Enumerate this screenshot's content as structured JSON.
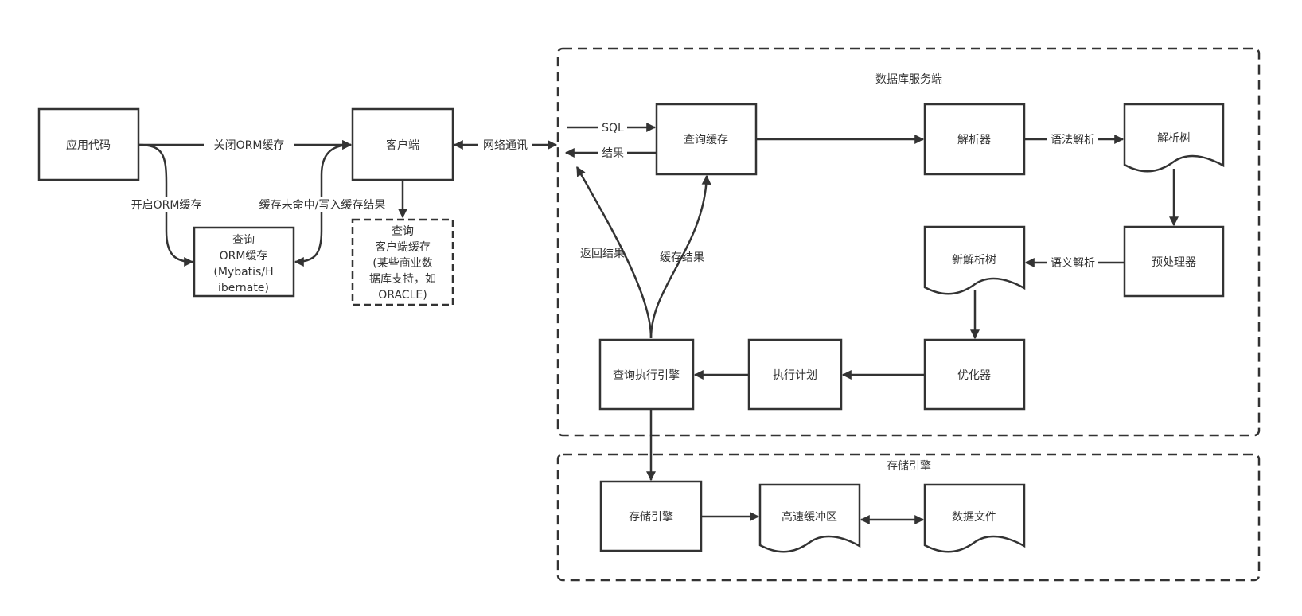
{
  "containers": {
    "server": {
      "title": "数据库服务端"
    },
    "storage": {
      "title": "存储引擎"
    }
  },
  "nodes": {
    "app_code": {
      "label": "应用代码",
      "shape": "rect"
    },
    "client": {
      "label": "客户端",
      "shape": "rect"
    },
    "orm_cache": {
      "lines": [
        "查询",
        "ORM缓存",
        "(Mybatis/H",
        "ibernate)"
      ],
      "shape": "rect"
    },
    "client_cache": {
      "lines": [
        "查询",
        "客户端缓存",
        "(某些商业数",
        "据库支持，如",
        "ORACLE)"
      ],
      "shape": "dashed-rect"
    },
    "query_cache": {
      "label": "查询缓存",
      "shape": "rect"
    },
    "parser": {
      "label": "解析器",
      "shape": "rect"
    },
    "parse_tree": {
      "label": "解析树",
      "shape": "document"
    },
    "preprocessor": {
      "label": "预处理器",
      "shape": "rect"
    },
    "new_parse_tree": {
      "label": "新解析树",
      "shape": "document"
    },
    "optimizer": {
      "label": "优化器",
      "shape": "rect"
    },
    "exec_plan": {
      "label": "执行计划",
      "shape": "rect"
    },
    "exec_engine": {
      "label": "查询执行引擎",
      "shape": "rect"
    },
    "storage_engine": {
      "label": "存储引擎",
      "shape": "rect"
    },
    "buffer": {
      "label": "高速缓冲区",
      "shape": "document"
    },
    "data_file": {
      "label": "数据文件",
      "shape": "document"
    }
  },
  "edges": {
    "close_orm": {
      "from": "app_code",
      "to": "client",
      "label": "关闭ORM缓存"
    },
    "open_orm": {
      "from": "app_code",
      "to": "orm_cache",
      "label": "开启ORM缓存"
    },
    "orm_miss": {
      "from": "orm_cache",
      "to": "client",
      "label": "缓存未命中/写入缓存结果",
      "bidirectional": true
    },
    "client_to_cache": {
      "from": "client",
      "to": "client_cache",
      "label": ""
    },
    "network": {
      "from": "client",
      "to": "server",
      "label": "网络通讯",
      "bidirectional": true
    },
    "sql": {
      "from": "server",
      "to": "query_cache",
      "label": "SQL"
    },
    "result": {
      "from": "query_cache",
      "to": "server",
      "label": "结果"
    },
    "cache_to_parser": {
      "from": "query_cache",
      "to": "parser",
      "label": ""
    },
    "syntax": {
      "from": "parser",
      "to": "parse_tree",
      "label": "语法解析"
    },
    "tree_to_pre": {
      "from": "parse_tree",
      "to": "preprocessor",
      "label": ""
    },
    "semantic": {
      "from": "preprocessor",
      "to": "new_parse_tree",
      "label": "语义解析"
    },
    "tree_to_opt": {
      "from": "new_parse_tree",
      "to": "optimizer",
      "label": ""
    },
    "opt_to_plan": {
      "from": "optimizer",
      "to": "exec_plan",
      "label": ""
    },
    "plan_to_engine": {
      "from": "exec_plan",
      "to": "exec_engine",
      "label": ""
    },
    "return_result": {
      "from": "exec_engine",
      "to": "server",
      "label": "返回结果"
    },
    "cache_result": {
      "from": "exec_engine",
      "to": "query_cache",
      "label": "缓存结果"
    },
    "engine_to_storage": {
      "from": "exec_engine",
      "to": "storage_engine",
      "label": ""
    },
    "storage_to_buffer": {
      "from": "storage_engine",
      "to": "buffer",
      "label": ""
    },
    "buffer_datafile": {
      "from": "buffer",
      "to": "data_file",
      "label": "",
      "bidirectional": true
    }
  }
}
